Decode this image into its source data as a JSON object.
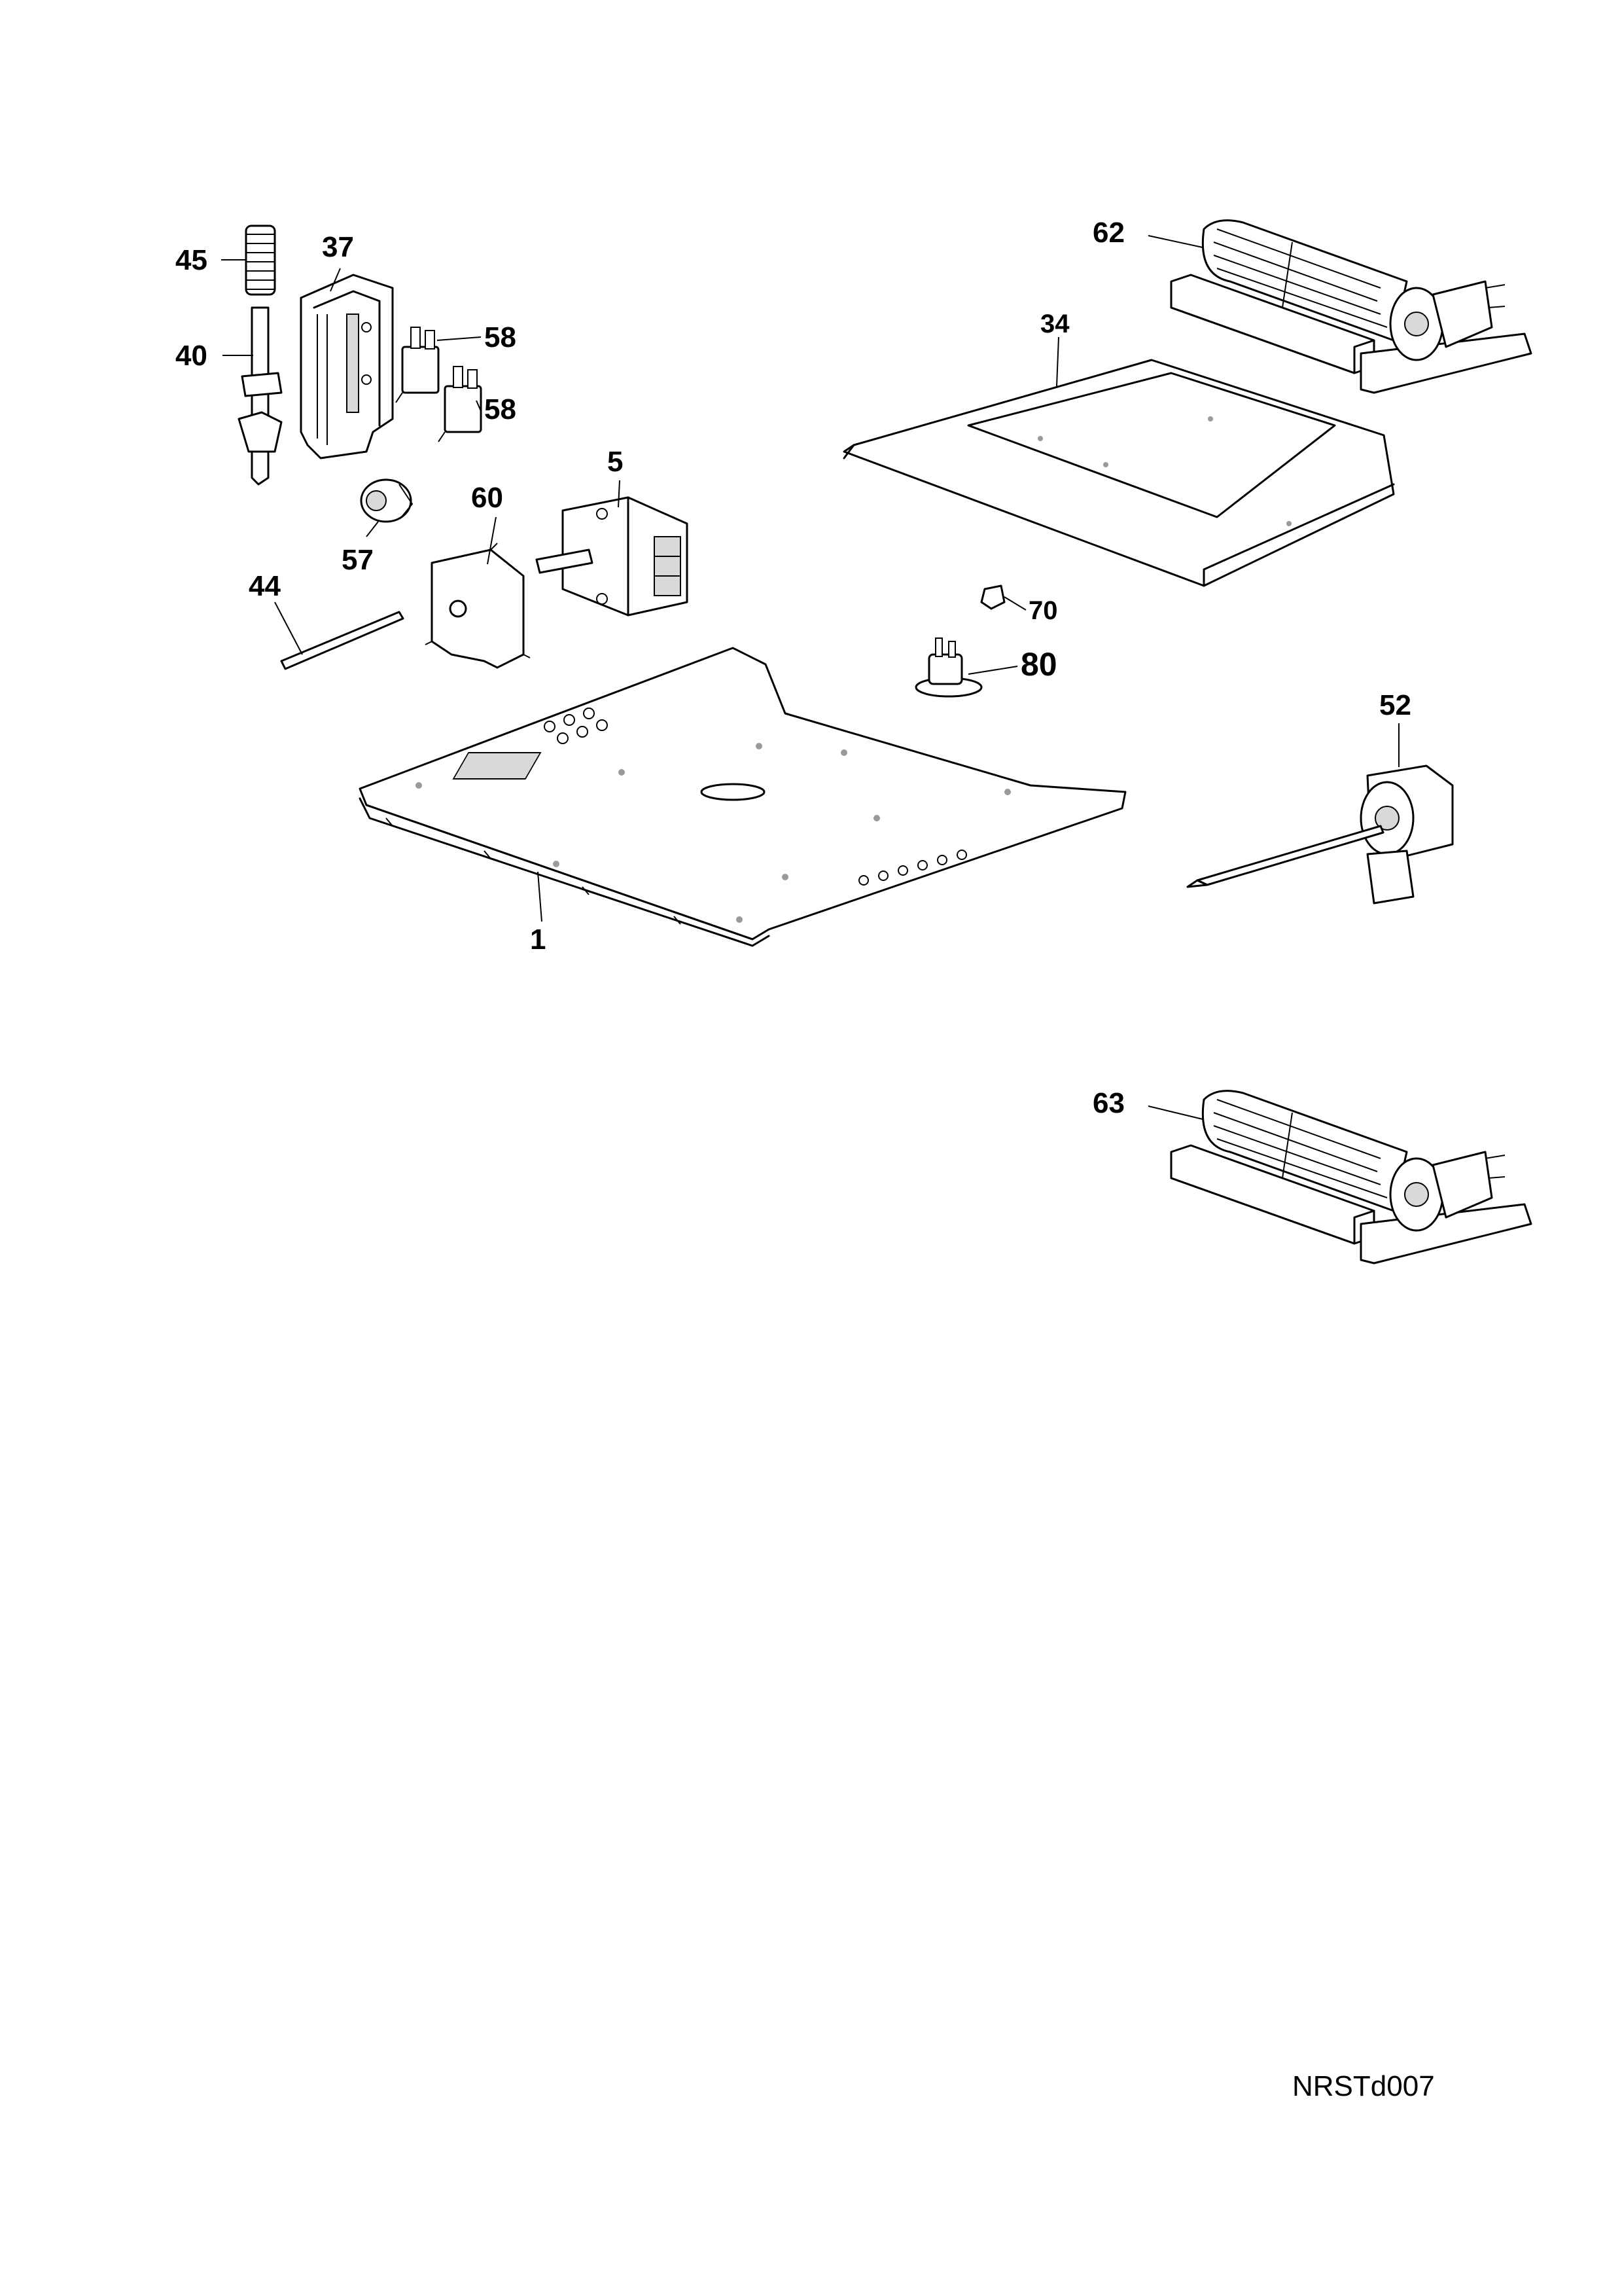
{
  "document": {
    "reference_code": "NRSTd007"
  },
  "parts": [
    {
      "id": "p45",
      "label": "45"
    },
    {
      "id": "p37",
      "label": "37"
    },
    {
      "id": "p40",
      "label": "40"
    },
    {
      "id": "p58a",
      "label": "58"
    },
    {
      "id": "p58b",
      "label": "58"
    },
    {
      "id": "p5",
      "label": "5"
    },
    {
      "id": "p60",
      "label": "60"
    },
    {
      "id": "p57",
      "label": "57"
    },
    {
      "id": "p44",
      "label": "44"
    },
    {
      "id": "p62",
      "label": "62"
    },
    {
      "id": "p34",
      "label": "34"
    },
    {
      "id": "p70",
      "label": "70"
    },
    {
      "id": "p80",
      "label": "80"
    },
    {
      "id": "p52",
      "label": "52"
    },
    {
      "id": "p1",
      "label": "1"
    },
    {
      "id": "p63",
      "label": "63"
    }
  ]
}
